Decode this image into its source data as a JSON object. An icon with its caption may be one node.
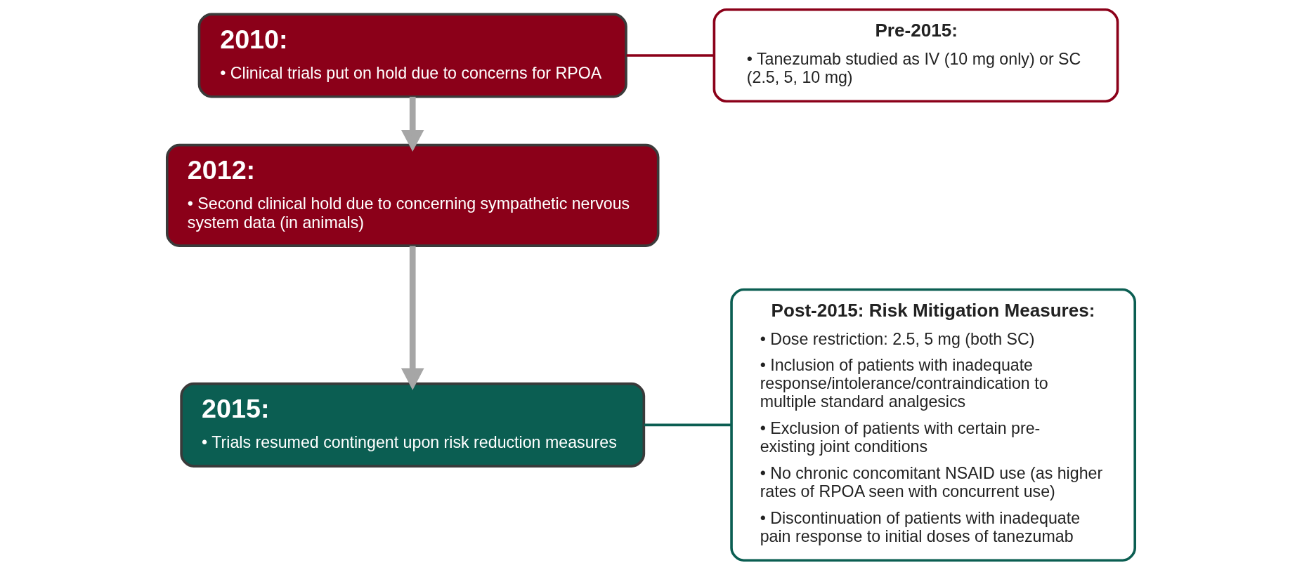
{
  "diagram": {
    "nodes": [
      {
        "text": [
          "2010:",
          "• Clinical trials put on hold due to concerns for RPOA"
        ]
      },
      {
        "text": [
          "2012:",
          "• Second clinical hold due to concerning sympathetic nervous system data (in animals)"
        ]
      },
      {
        "text": [
          "2015:",
          "• Trials resumed contingent upon risk reduction measures"
        ]
      },
      {
        "text": [
          "Pre-2015:",
          "• Tanezumab studied as IV (10 mg only) or SC (2.5, 5, 10 mg)"
        ]
      },
      {
        "text": [
          "Post-2015: Risk Mitigation Measures:",
          "• Dose restriction: 2.5, 5 mg (both SC)",
          "• Inclusion of patients with inadequate response/intolerance/contraindication to multiple standard analgesics",
          "• Exclusion of patients with certain pre-existing joint conditions",
          "• No chronic concomitant NSAID use (as higher rates of RPOA seen with concurrent use)",
          "• Discontinuation of patients with inadequate pain response to initial doses of tanezumab"
        ]
      }
    ],
    "edges": [
      {
        "from": 0,
        "to": 1,
        "arrow": "to",
        "style": "thick",
        "color": "#a6a6a6"
      },
      {
        "from": 1,
        "to": 2,
        "arrow": "to",
        "style": "thick",
        "color": "#a6a6a6"
      },
      {
        "from": 3,
        "to": 0,
        "arrow": "none",
        "color": "#8b0019"
      },
      {
        "from": 4,
        "to": 2,
        "arrow": "none",
        "color": "#0b5e52"
      }
    ]
  }
}
